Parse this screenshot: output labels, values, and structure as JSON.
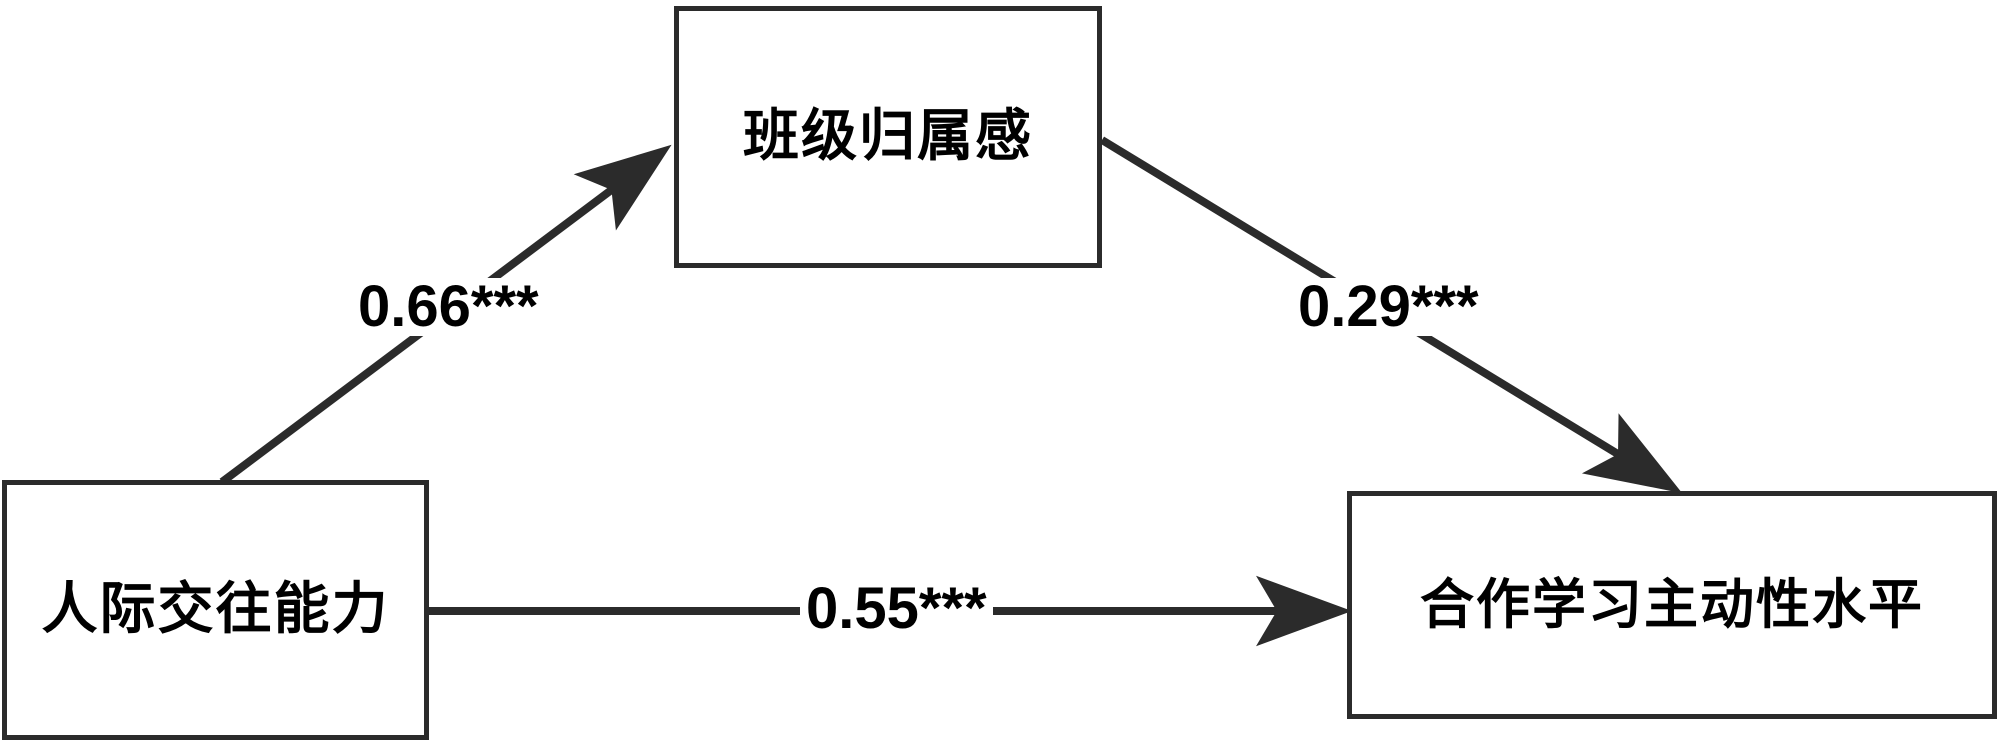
{
  "figure": {
    "type": "mediation-path-diagram",
    "background_color": "#ffffff",
    "line_color": "#2b2b2b",
    "text_color": "#000000"
  },
  "nodes": {
    "mediator": {
      "id": "mediator",
      "label": "班级归属感",
      "role": "mediator"
    },
    "predictor": {
      "id": "predictor",
      "label": "人际交往能力",
      "role": "independent-variable"
    },
    "outcome": {
      "id": "outcome",
      "label": "合作学习主动性水平",
      "role": "dependent-variable"
    }
  },
  "paths": {
    "a": {
      "from": "人际交往能力",
      "to": "班级归属感",
      "coefficient": "0.66***",
      "value": 0.66,
      "significance": "***"
    },
    "b": {
      "from": "班级归属感",
      "to": "合作学习主动性水平",
      "coefficient": "0.29***",
      "value": 0.29,
      "significance": "***"
    },
    "c": {
      "from": "人际交往能力",
      "to": "合作学习主动性水平",
      "coefficient": "0.55***",
      "value": 0.55,
      "significance": "***"
    }
  },
  "chart_data": {
    "type": "diagram",
    "title": "",
    "nodes": [
      "人际交往能力",
      "班级归属感",
      "合作学习主动性水平"
    ],
    "edges": [
      {
        "source": "人际交往能力",
        "target": "班级归属感",
        "label": "0.66***",
        "value": 0.66
      },
      {
        "source": "班级归属感",
        "target": "合作学习主动性水平",
        "label": "0.29***",
        "value": 0.29
      },
      {
        "source": "人际交往能力",
        "target": "合作学习主动性水平",
        "label": "0.55***",
        "value": 0.55
      }
    ]
  }
}
